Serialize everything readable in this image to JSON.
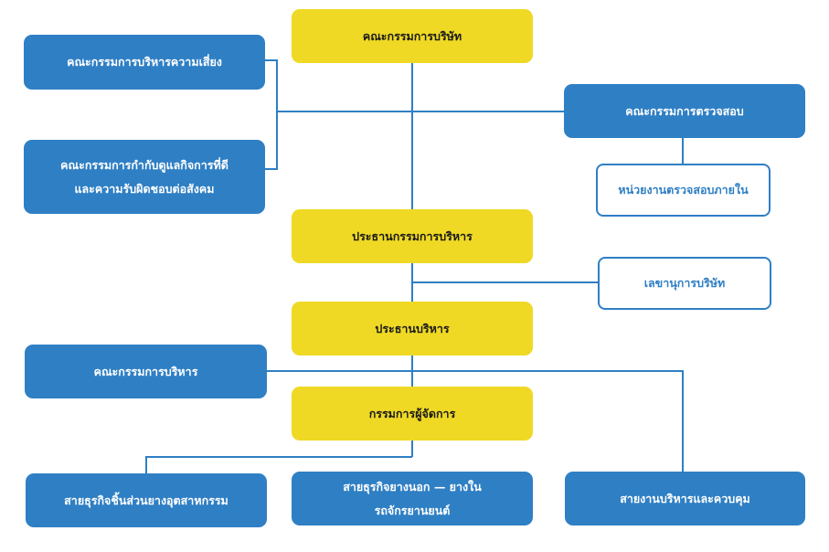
{
  "board": "คณะกรรมการบริษัท",
  "risk_committee": "คณะกรรมการบริหารความเสี่ยง",
  "governance_committee": [
    "คณะกรรมการกำกับดูแลกิจการที่ดี",
    "และความรับผิดชอบต่อสังคม"
  ],
  "audit_committee": "คณะกรรมการตรวจสอบ",
  "internal_audit": "หน่วยงานตรวจสอบภายใน",
  "executive_chairman": "ประธานกรรมการบริหาร",
  "company_secretary": "เลขานุการบริษัท",
  "president": "ประธานบริหาร",
  "executive_committee": "คณะกรรมการบริหาร",
  "managing_director": "กรรมการผู้จัดการ",
  "industrial_rubber_division": "สายธุรกิจชิ้นส่วนยางอุตสาหกรรม",
  "tire_division": [
    "สายธุรกิจยางนอก — ยางใน",
    "รถจักรยานยนต์"
  ],
  "admin_control_division": "สายงานบริหารและควบคุม",
  "colors": {
    "yellow": "#efd924",
    "blue": "#2f7fc4",
    "line": "#2f7fc4"
  }
}
